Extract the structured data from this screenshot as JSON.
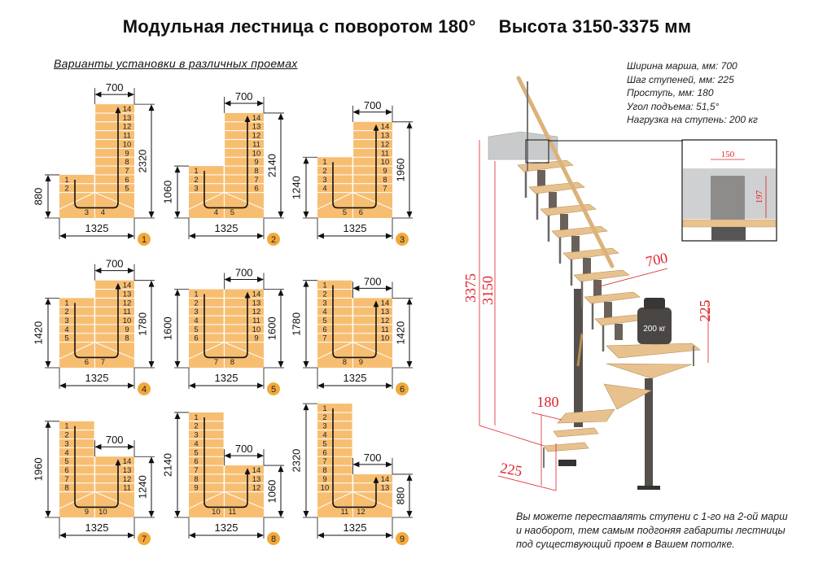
{
  "header": {
    "title": "Модульная лестница с поворотом 180°",
    "height_label": "Высота 3150-3375 мм",
    "subtitle": "Варианты установки в различных проемах"
  },
  "colors": {
    "step_fill": "#f7be72",
    "step_line": "#ffffff",
    "badge": "#f2a93b",
    "dimension_red": "#e0202a",
    "wood": "#e8c28e",
    "metal": "#55504b"
  },
  "variants": [
    {
      "number": "1",
      "left_height": "880",
      "right_height": "2320",
      "tread": "700",
      "width": "1325",
      "left_steps": [
        "1",
        "2"
      ],
      "winder_steps": [
        "3",
        "4"
      ],
      "right_steps": [
        "5",
        "6",
        "7",
        "8",
        "9",
        "10",
        "11",
        "12",
        "13",
        "14"
      ]
    },
    {
      "number": "2",
      "left_height": "1060",
      "right_height": "2140",
      "tread": "700",
      "width": "1325",
      "left_steps": [
        "1",
        "2",
        "3"
      ],
      "winder_steps": [
        "4",
        "5"
      ],
      "right_steps": [
        "6",
        "7",
        "8",
        "9",
        "10",
        "11",
        "12",
        "13",
        "14"
      ]
    },
    {
      "number": "3",
      "left_height": "1240",
      "right_height": "1960",
      "tread": "700",
      "width": "1325",
      "left_steps": [
        "1",
        "2",
        "3",
        "4"
      ],
      "winder_steps": [
        "5",
        "6"
      ],
      "right_steps": [
        "7",
        "8",
        "9",
        "10",
        "11",
        "12",
        "13",
        "14"
      ]
    },
    {
      "number": "4",
      "left_height": "1420",
      "right_height": "1780",
      "tread": "700",
      "width": "1325",
      "left_steps": [
        "1",
        "2",
        "3",
        "4",
        "5"
      ],
      "winder_steps": [
        "6",
        "7"
      ],
      "right_steps": [
        "8",
        "9",
        "10",
        "11",
        "12",
        "13",
        "14"
      ]
    },
    {
      "number": "5",
      "left_height": "1600",
      "right_height": "1600",
      "tread": "700",
      "width": "1325",
      "left_steps": [
        "1",
        "2",
        "3",
        "4",
        "5",
        "6"
      ],
      "winder_steps": [
        "7",
        "8"
      ],
      "right_steps": [
        "9",
        "10",
        "11",
        "12",
        "13",
        "14"
      ]
    },
    {
      "number": "6",
      "left_height": "1780",
      "right_height": "1420",
      "tread": "700",
      "width": "1325",
      "left_steps": [
        "1",
        "2",
        "3",
        "4",
        "5",
        "6",
        "7"
      ],
      "winder_steps": [
        "8",
        "9"
      ],
      "right_steps": [
        "10",
        "11",
        "12",
        "13",
        "14"
      ]
    },
    {
      "number": "7",
      "left_height": "1960",
      "right_height": "1240",
      "tread": "700",
      "width": "1325",
      "left_steps": [
        "1",
        "2",
        "3",
        "4",
        "5",
        "6",
        "7",
        "8"
      ],
      "winder_steps": [
        "9",
        "10"
      ],
      "right_steps": [
        "11",
        "12",
        "13",
        "14"
      ]
    },
    {
      "number": "8",
      "left_height": "2140",
      "right_height": "1060",
      "tread": "700",
      "width": "1325",
      "left_steps": [
        "1",
        "2",
        "3",
        "4",
        "5",
        "6",
        "7",
        "8",
        "9"
      ],
      "winder_steps": [
        "10",
        "11"
      ],
      "right_steps": [
        "12",
        "13",
        "14"
      ]
    },
    {
      "number": "9",
      "left_height": "2320",
      "right_height": "880",
      "tread": "700",
      "width": "1325",
      "left_steps": [
        "1",
        "2",
        "3",
        "4",
        "5",
        "6",
        "7",
        "8",
        "9",
        "10"
      ],
      "winder_steps": [
        "11",
        "12"
      ],
      "right_steps": [
        "13",
        "14"
      ]
    }
  ],
  "specs": [
    "Ширина марша, мм: 700",
    "Шаг ступеней, мм: 225",
    "Проступь, мм: 180",
    "Угол подъема: 51,5°",
    "Нагрузка на ступень: 200 кг"
  ],
  "staircase": {
    "total_height": "3375",
    "floor_height": "3150",
    "march_width": "700",
    "step_rise_right": "225",
    "tread_depth": "180",
    "step_rise_bottom": "225",
    "weight_label": "200 кг",
    "inset_width": "150",
    "inset_height": "197"
  },
  "note": [
    "Вы можете переставлять ступени с 1-го на 2-ой марш",
    "и наоборот, тем самым подгоняя габариты лестницы",
    "под существующий проем в Вашем потолке."
  ]
}
